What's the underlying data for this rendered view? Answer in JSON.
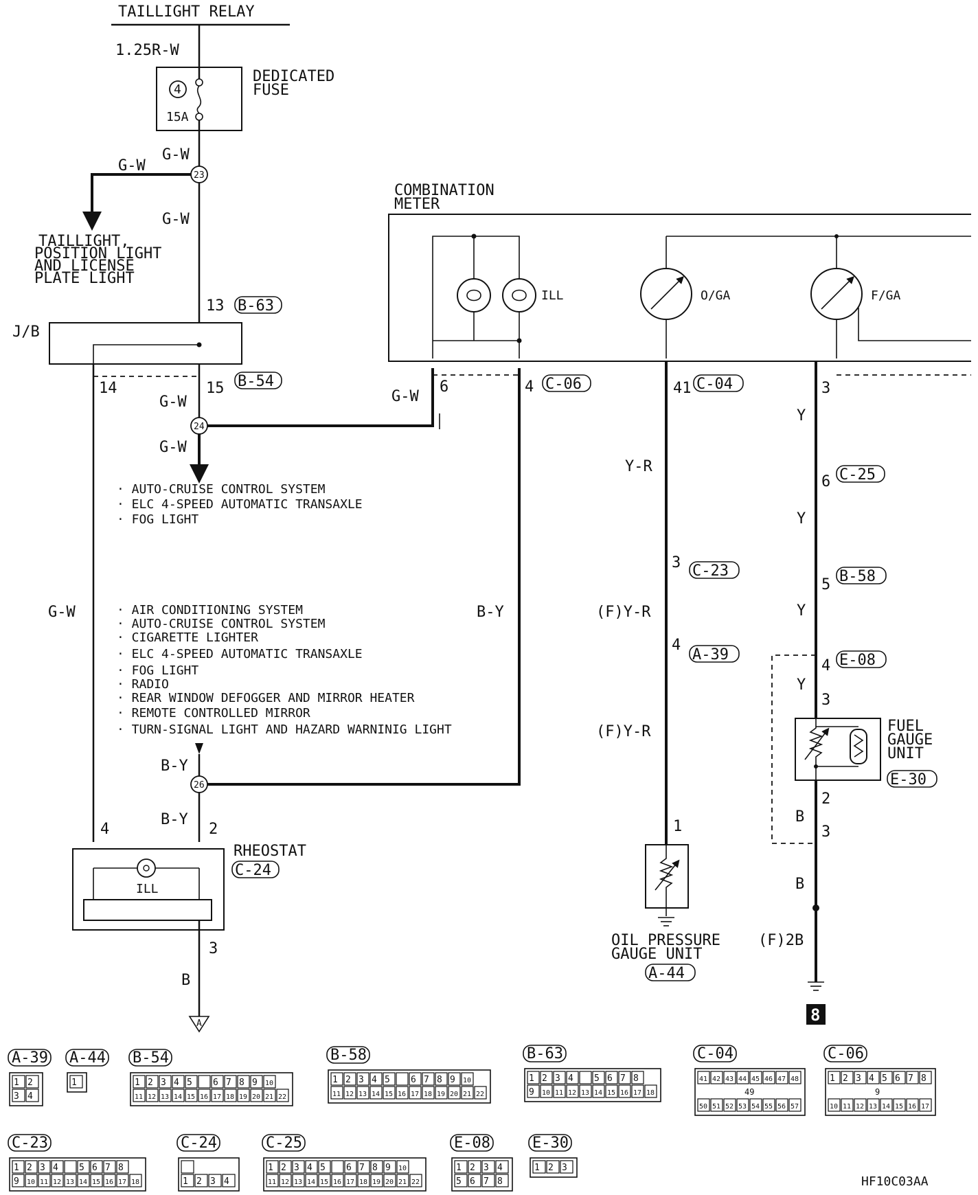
{
  "diagram": {
    "relay_title": "TAILLIGHT RELAY",
    "wire_top": "1.25R-W",
    "fuse_number": "4",
    "fuse_rating": "15A",
    "fuse_label_1": "DEDICATED",
    "fuse_label_2": "FUSE",
    "wire_g_w": "G-W",
    "wire_y_r": "Y-R",
    "wire_f_y_r": "(F)Y-R",
    "wire_y": "Y",
    "wire_b": "B",
    "wire_b_y": "B-Y",
    "wire_f_2b": "(F)2B",
    "taillight_lines": [
      "TAILLIGHT,",
      "POSITION LIGHT",
      "AND LICENSE",
      "PLATE LIGHT"
    ],
    "junction_block": "J/B",
    "meter_line_1": "COMBINATION",
    "meter_line_2": "METER",
    "ill": "ILL",
    "oil_gauge": "O/GA",
    "fuel_gauge": "F/GA",
    "splices": [
      "23",
      "24",
      "26"
    ],
    "pins": {
      "p13": "13",
      "p14": "14",
      "p15": "15",
      "p6": "6",
      "p4": "4",
      "p41": "41",
      "p3": "3",
      "p6b": "6",
      "p5": "5",
      "p4b": "4",
      "p3b": "3",
      "p2": "2",
      "p3c": "3",
      "p3d": "3",
      "p4c": "4",
      "p1": "1",
      "p4d": "4",
      "p2b": "2",
      "p3e": "3"
    },
    "connectors": {
      "b63": "B-63",
      "b54": "B-54",
      "c06": "C-06",
      "c04": "C-04",
      "c25": "C-25",
      "c23": "C-23",
      "b58": "B-58",
      "a39": "A-39",
      "e08": "E-08",
      "e30": "E-30",
      "c24": "C-24",
      "a44": "A-44"
    },
    "list_1": [
      "· AUTO-CRUISE CONTROL SYSTEM",
      "· ELC 4-SPEED AUTOMATIC TRANSAXLE",
      "· FOG LIGHT"
    ],
    "list_2": [
      "· AIR CONDITIONING SYSTEM",
      "· AUTO-CRUISE CONTROL SYSTEM",
      "· CIGARETTE LIGHTER",
      "· ELC 4-SPEED AUTOMATIC TRANSAXLE",
      "· FOG LIGHT",
      "· RADIO",
      "· REAR WINDOW DEFOGGER AND MIRROR HEATER",
      "· REMOTE CONTROLLED MIRROR",
      "· TURN-SIGNAL LIGHT AND HAZARD WARNINIG LIGHT"
    ],
    "rheostat": "RHEOSTAT",
    "rheo_ill": "ILL",
    "fuel_unit_lines": [
      "FUEL",
      "GAUGE",
      "UNIT"
    ],
    "oil_unit_lines": [
      "OIL PRESSURE",
      "GAUGE UNIT"
    ],
    "ground_a": "A",
    "ground_8": "8"
  },
  "legend": [
    {
      "id": "A-39",
      "top": [
        "1",
        "2"
      ],
      "bottom": [
        "3",
        "4"
      ]
    },
    {
      "id": "A-44",
      "top": [
        "1"
      ],
      "bottom": []
    },
    {
      "id": "B-54",
      "top": [
        "1",
        "2",
        "3",
        "4",
        "5",
        "",
        "6",
        "7",
        "8",
        "9",
        "10"
      ],
      "bottom": [
        "11",
        "12",
        "13",
        "14",
        "15",
        "16",
        "17",
        "18",
        "19",
        "20",
        "21",
        "22"
      ]
    },
    {
      "id": "B-58",
      "top": [
        "1",
        "2",
        "3",
        "4",
        "5",
        "",
        "6",
        "7",
        "8",
        "9",
        "10"
      ],
      "bottom": [
        "11",
        "12",
        "13",
        "14",
        "15",
        "16",
        "17",
        "18",
        "19",
        "20",
        "21",
        "22"
      ]
    },
    {
      "id": "B-63",
      "top": [
        "1",
        "2",
        "3",
        "4",
        "",
        "5",
        "6",
        "7",
        "8"
      ],
      "bottom": [
        "9",
        "10",
        "11",
        "12",
        "13",
        "14",
        "15",
        "16",
        "17",
        "18"
      ]
    },
    {
      "id": "C-04",
      "top": [
        "41",
        "42",
        "43",
        "44",
        "45",
        "46",
        "47",
        "48"
      ],
      "mid": "49",
      "bottom": [
        "50",
        "51",
        "52",
        "53",
        "54",
        "55",
        "56",
        "57"
      ]
    },
    {
      "id": "C-06",
      "top": [
        "1",
        "2",
        "3",
        "4",
        "5",
        "6",
        "7",
        "8"
      ],
      "mid": "9",
      "bottom": [
        "10",
        "11",
        "12",
        "13",
        "14",
        "15",
        "16",
        "17"
      ]
    },
    {
      "id": "C-23",
      "top": [
        "1",
        "2",
        "3",
        "4",
        "",
        "5",
        "6",
        "7",
        "8"
      ],
      "bottom": [
        "9",
        "10",
        "11",
        "12",
        "13",
        "14",
        "15",
        "16",
        "17",
        "18"
      ]
    },
    {
      "id": "C-24",
      "top": [
        ""
      ],
      "bottom": [
        "1",
        "2",
        "3",
        "4"
      ]
    },
    {
      "id": "C-25",
      "top": [
        "1",
        "2",
        "3",
        "4",
        "5",
        "",
        "6",
        "7",
        "8",
        "9",
        "10"
      ],
      "bottom": [
        "11",
        "12",
        "13",
        "14",
        "15",
        "16",
        "17",
        "18",
        "19",
        "20",
        "21",
        "22"
      ]
    },
    {
      "id": "E-08",
      "top": [
        "1",
        "2",
        "3",
        "4"
      ],
      "bottom": [
        "5",
        "6",
        "7",
        "8"
      ]
    },
    {
      "id": "E-30",
      "top": [
        "1",
        "2",
        "3"
      ],
      "bottom": []
    }
  ],
  "footer_code": "HF10C03AA"
}
